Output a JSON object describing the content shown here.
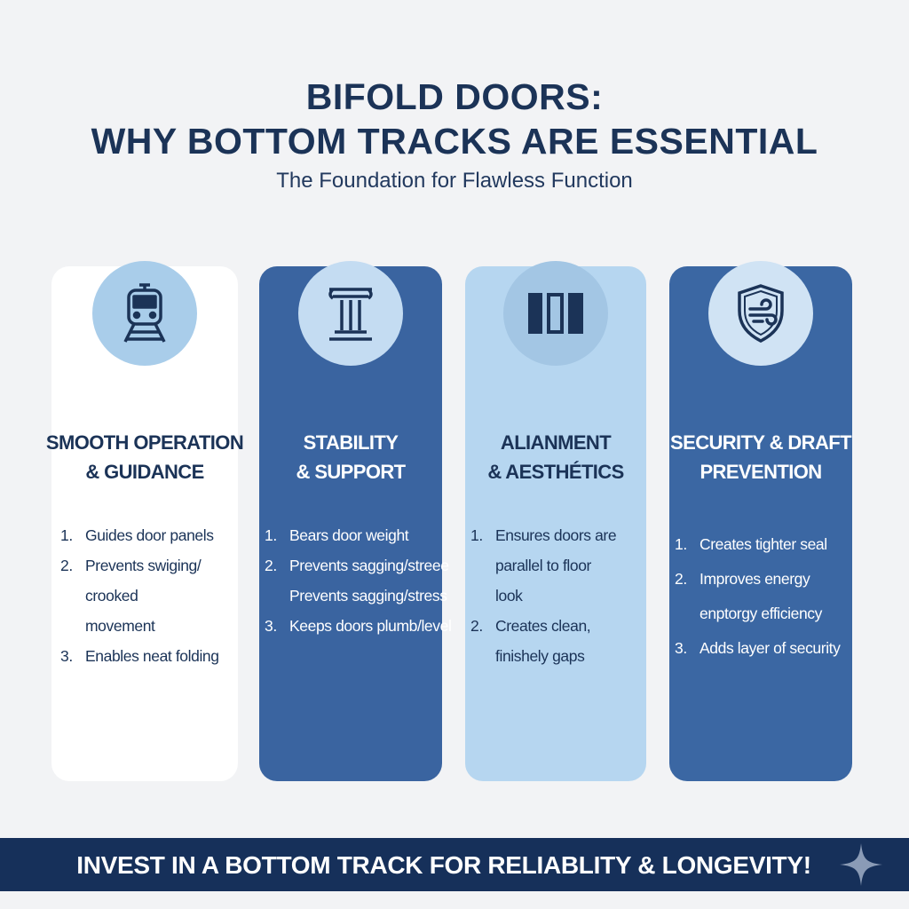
{
  "header": {
    "title_line1": "BIFOLD DOORS:",
    "title_line2": "WHY BOTTOM TRACKS ARE ESSENTIAL",
    "subtitle": "The Foundation for Flawless Function"
  },
  "colors": {
    "title": "#1b3357",
    "card_white": "#ffffff",
    "card_blue": "#3a64a0",
    "card_light": "#b6d6f0",
    "footer": "#16305a"
  },
  "cards": [
    {
      "icon": "train-on-track-icon",
      "title_line1": "SMOOTH OPERATION",
      "title_line2": "& GUIDANCE",
      "items": [
        {
          "num": "1.",
          "text": "Guides door panels"
        },
        {
          "num": "2.",
          "text": "Prevents swiging/"
        },
        {
          "num": "",
          "text": "crooked"
        },
        {
          "num": "",
          "text": "movement"
        },
        {
          "num": "3.",
          "text": "Enables neat folding"
        }
      ]
    },
    {
      "icon": "pillar-icon",
      "title_line1": "STABILITY",
      "title_line2": "& SUPPORT",
      "items": [
        {
          "num": "1.",
          "text": "Bears door weight"
        },
        {
          "num": "2.",
          "text": "Prevents sagging/streee"
        },
        {
          "num": "",
          "text": "Prevents sagging/stress"
        },
        {
          "num": "3.",
          "text": "Keeps doors plumb/level"
        }
      ]
    },
    {
      "icon": "door-panels-icon",
      "title_line1": "ALIANMENT",
      "title_line2": "& AESTHÉTICS",
      "items": [
        {
          "num": "1.",
          "text": "Ensures doors are"
        },
        {
          "num": "",
          "text": "parallel to floor"
        },
        {
          "num": "",
          "text": "look"
        },
        {
          "num": "2.",
          "text": "Creates clean,"
        },
        {
          "num": "",
          "text": "finishely gaps"
        }
      ]
    },
    {
      "icon": "shield-wind-icon",
      "title_line1": "SECURITY & DRAFT",
      "title_line2": "PREVENTION",
      "items": [
        {
          "num": "1.",
          "text": "Creates tighter seal"
        },
        {
          "num": "2.",
          "text": "Improves energy"
        },
        {
          "num": "",
          "text": "enptorgy efficiency"
        },
        {
          "num": "3.",
          "text": "Adds layer of security"
        }
      ]
    }
  ],
  "footer": {
    "text": "INVEST IN A BOTTOM TRACK FOR RELIABLITY & LONGEVITY!",
    "icon": "sparkle-icon"
  }
}
